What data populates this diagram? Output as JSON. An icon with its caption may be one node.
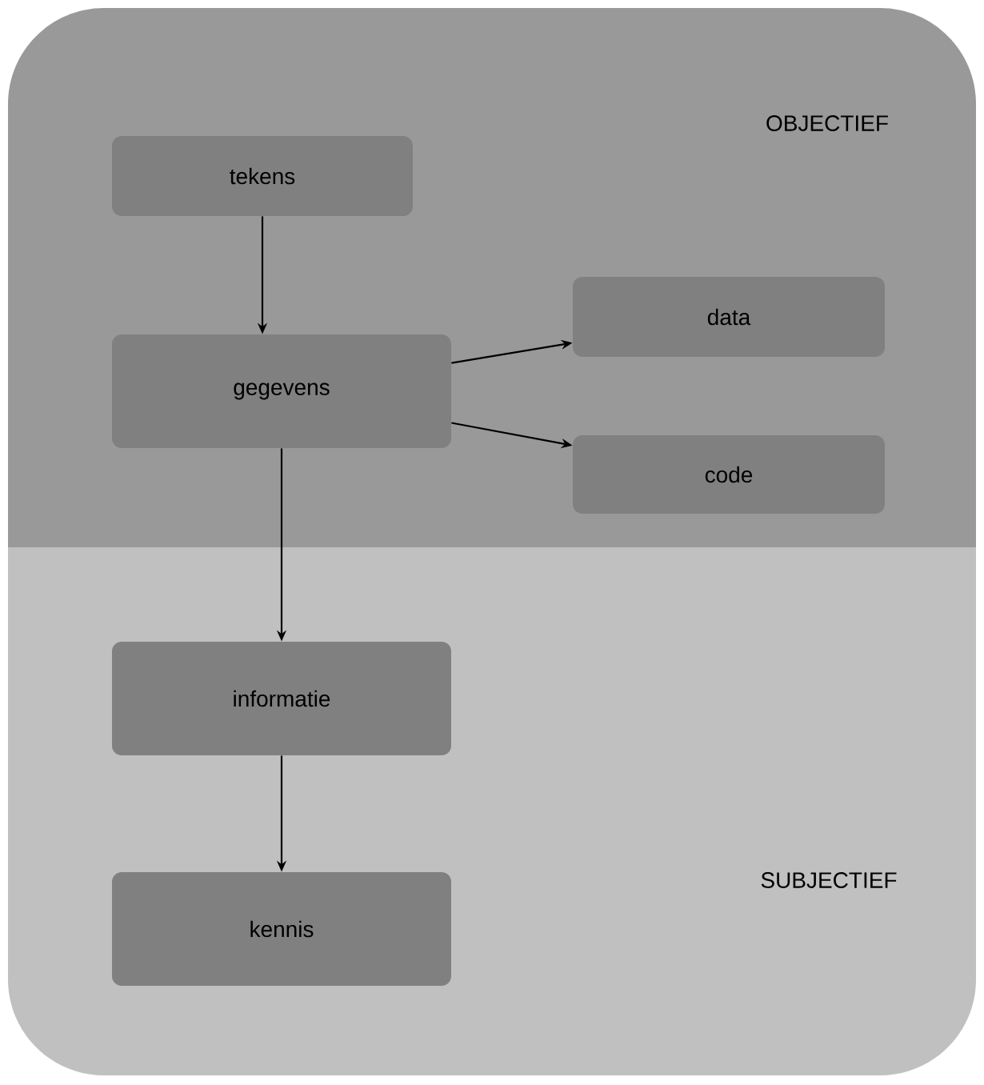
{
  "diagram": {
    "nodes": [
      {
        "text": [
          "OBJECTIEF"
        ]
      },
      {
        "text": [
          "tekens"
        ],
        "in": 0
      },
      {
        "text": [
          "gegevens"
        ],
        "in": 0
      },
      {
        "text": [
          "data"
        ],
        "in": 0
      },
      {
        "text": [
          "code"
        ],
        "in": 0
      },
      {
        "text": [
          "SUBJECTIEF"
        ]
      },
      {
        "text": [
          "informatie"
        ],
        "in": 5
      },
      {
        "text": [
          "kennis"
        ],
        "in": 5
      }
    ],
    "edges": [
      {
        "from": 1,
        "to": 2,
        "arrow": "to"
      },
      {
        "from": 2,
        "to": 3,
        "arrow": "to"
      },
      {
        "from": 2,
        "to": 4,
        "arrow": "to"
      },
      {
        "from": 2,
        "to": 6,
        "arrow": "to"
      },
      {
        "from": 6,
        "to": 7,
        "arrow": "to"
      }
    ]
  }
}
